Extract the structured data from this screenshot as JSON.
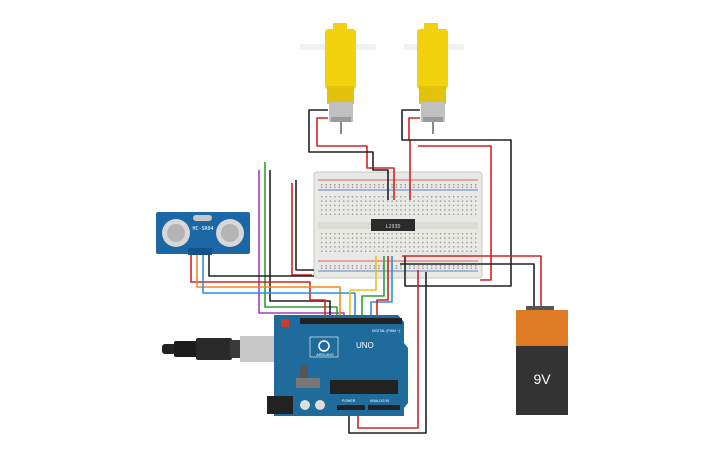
{
  "sensor": {
    "label": "HC-SR04"
  },
  "chip": {
    "label": "L293D"
  },
  "arduino": {
    "brand": "ARDUINO",
    "model": "UNO",
    "digital_label": "DIGITAL (PWM ~)",
    "power_label": "POWER",
    "analog_label": "ANALOG IN"
  },
  "battery": {
    "label": "9V"
  },
  "colors": {
    "motor_yellow": "#f2d20f",
    "arduino_blue": "#1f6b9b",
    "breadboard": "#e8e8e4",
    "battery_orange": "#e07b25",
    "battery_black": "#333333",
    "sensor_blue": "#1c67a5",
    "wire_red": "#d42323",
    "wire_black": "#222222",
    "wire_purple": "#a43fb8",
    "wire_green": "#2e9e3a",
    "wire_orange": "#f08c1f",
    "wire_blue": "#2f8fd6",
    "wire_yellow": "#e6c420"
  }
}
